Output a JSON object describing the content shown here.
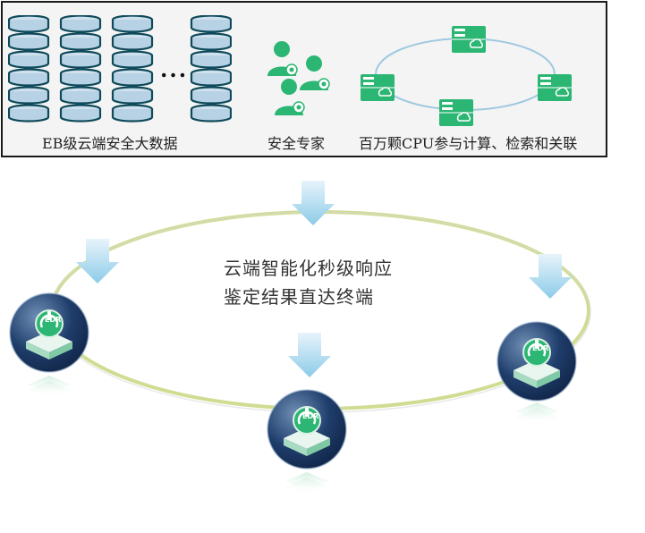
{
  "top_panel": {
    "caption_bigdata": "EB级云端安全大数据",
    "caption_experts": "安全专家",
    "caption_cpu": "百万颗CPU参与计算、检索和关联",
    "ellipsis": "..."
  },
  "center_text": {
    "line1": "云端智能化秒级响应",
    "line2": "鉴定结果直达终端"
  },
  "endpoint_label": "EDR",
  "colors": {
    "db_fill": "#b7d2e4",
    "db_stroke": "#0f4a5a",
    "green": "#2bb673",
    "arrow": "#9fd3ec",
    "ring": "#c7d77f",
    "node_navy": "#1a3560"
  }
}
